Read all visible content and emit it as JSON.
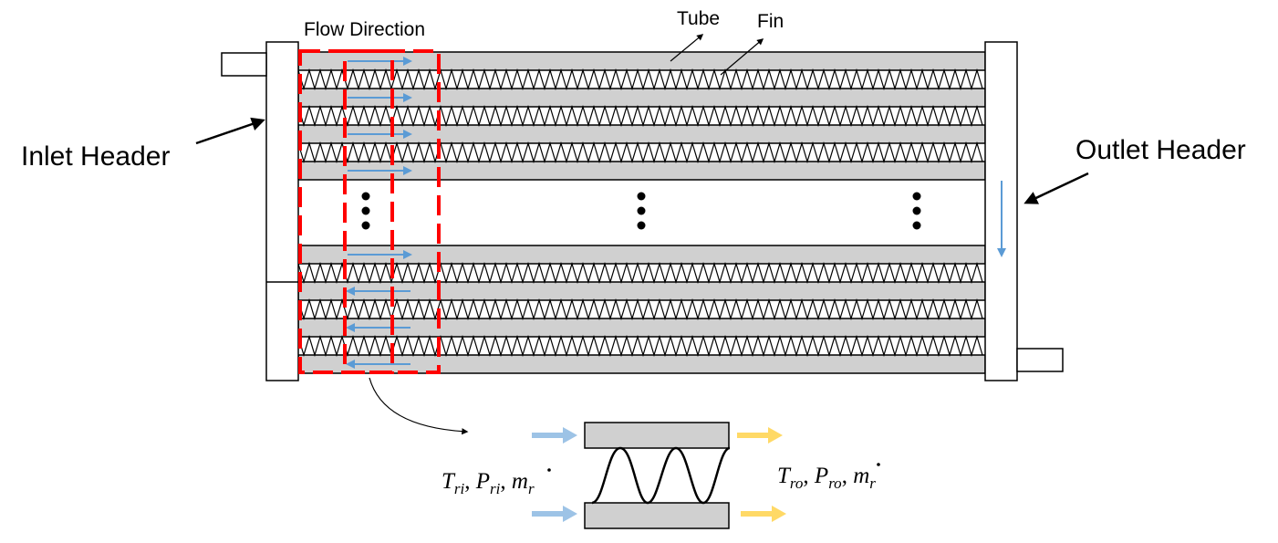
{
  "labels": {
    "flow_direction": "Flow Direction",
    "tube": "Tube",
    "fin": "Fin",
    "inlet_header": "Inlet Header",
    "outlet_header": "Outlet Header"
  },
  "detail": {
    "inlet": {
      "T": "T",
      "T_sub": "ri",
      "P": "P",
      "P_sub": "ri",
      "m": "m",
      "m_sub": "r"
    },
    "outlet": {
      "T": "T",
      "T_sub": "ro",
      "P": "P",
      "P_sub": "ro",
      "m": "m",
      "m_sub": "r"
    },
    "separator": ", "
  },
  "colors": {
    "tube_fill": "#d0d0d0",
    "outline": "#000000",
    "flow_arrow": "#5b9bd5",
    "inlet_arrow": "#9dc3e6",
    "outlet_arrow": "#ffd966",
    "control_volume": "#ff0000"
  },
  "icons": {
    "flow": "arrow-right",
    "continuation": "vertical-ellipsis"
  }
}
